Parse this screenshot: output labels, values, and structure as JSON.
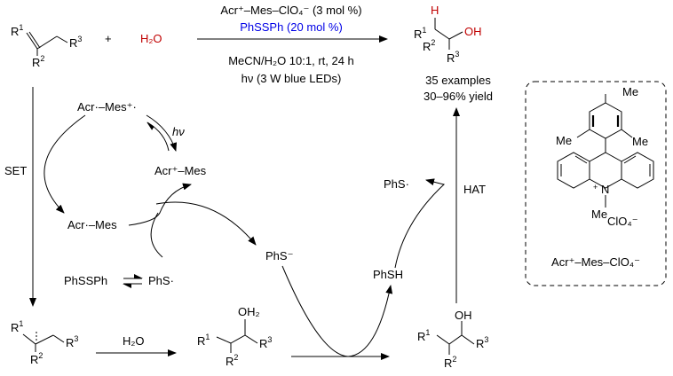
{
  "reaction": {
    "substituents": [
      "R",
      "1",
      "R",
      "2",
      "R",
      "3"
    ],
    "plus": "+",
    "water": "H₂O",
    "water_color": "#c00000",
    "catalyst_line": "Acr⁺–Mes–ClO₄⁻ (3 mol %)",
    "cocatalyst_line": "PhSSPh (20 mol %)",
    "cocatalyst_color": "#0000e6",
    "solvent_line": "MeCN/H₂O 10:1, rt, 24 h",
    "light_line": "hν (3 W blue LEDs)",
    "product_h": "H",
    "product_oh": "OH",
    "examples": "35 examples",
    "yield": "30–96% yield"
  },
  "cycle": {
    "radical_species": "Acr·–Mes⁺·",
    "hv": "hν",
    "catalyst": "Acr⁺–Mes",
    "set": "SET",
    "reduced_catalyst": "Acr·–Mes",
    "disulfide": "PhSSPh",
    "thiyl_radical": "PhS·",
    "thiolate": "PhS⁻",
    "thiol": "PhSH",
    "thiyl_radical_2": "PhS·",
    "hat": "HAT",
    "water": "H₂O",
    "cation_oh2": "OH₂",
    "radical_oh": "OH"
  },
  "catalyst_box": {
    "me1": "Me",
    "me2": "Me",
    "me3": "Me",
    "n_label": "N",
    "n_charge": "+",
    "n_me": "Me",
    "counterion": "ClO₄⁻",
    "caption": "Acr⁺–Mes–ClO₄⁻"
  }
}
